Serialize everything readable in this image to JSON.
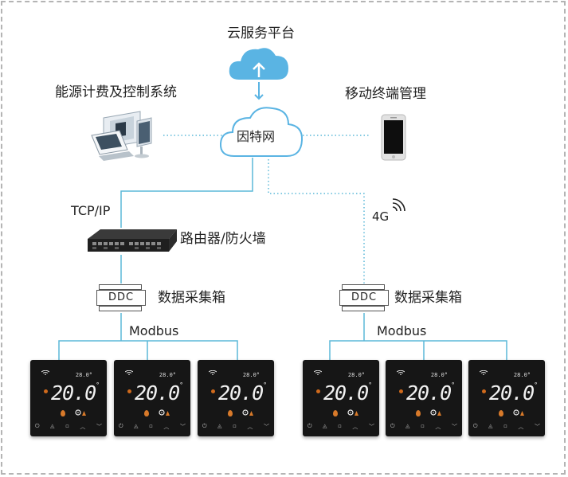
{
  "labels": {
    "cloud_platform": "云服务平台",
    "cloud_net": "因特网",
    "energy_system": "能源计费及控制系统",
    "mobile": "移动终端管理",
    "tcpip": "TCP/IP",
    "router": "路由器/防火墙",
    "fourg": "4G",
    "ddc_left": "DDC",
    "ddc_right": "DDC",
    "collector_left": "数据采集箱",
    "collector_right": "数据采集箱",
    "modbus_left": "Modbus",
    "modbus_right": "Modbus"
  },
  "thermostat": {
    "temp": "20.0",
    "deg": "°",
    "setpoint": "28.0°"
  },
  "colors": {
    "cloud_blue": "#5ab4e3",
    "link_line": "#5bb8d8",
    "dotted": "#5bb8d8",
    "frame": "#b4b4b4"
  },
  "icons": [
    "cloud-upload-icon",
    "internet-cloud-icon",
    "computer-monitors-icon",
    "smartphone-icon",
    "router-icon",
    "signal-icon",
    "ddc-box-icon",
    "thermostat-panel-icon"
  ]
}
